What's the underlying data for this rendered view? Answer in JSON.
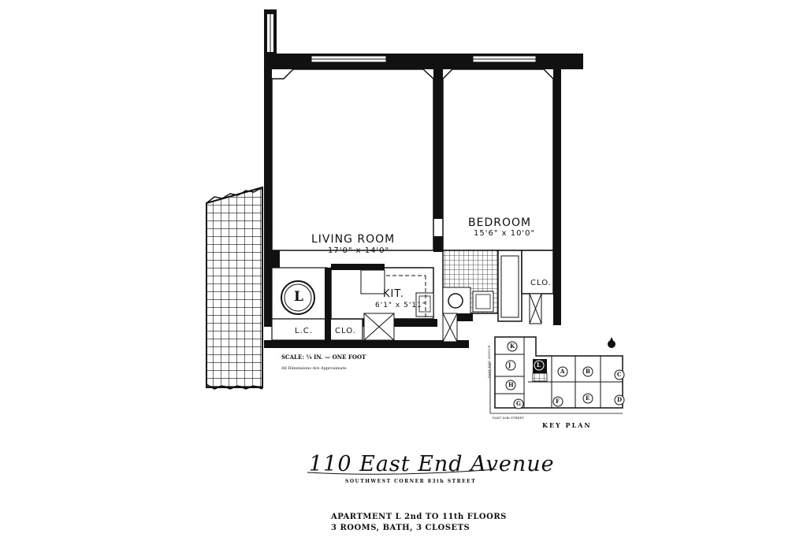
{
  "plan": {
    "rooms": {
      "living": {
        "name": "LIVING ROOM",
        "dims": "17'0\" x 14'0\""
      },
      "bedroom": {
        "name": "BEDROOM",
        "dims": "15'6\" x 10'0\""
      },
      "kitchen": {
        "name": "KIT.",
        "dims": "6'1\" x 5'11\""
      },
      "clo1": "CLO.",
      "clo2": "CLO.",
      "lc": "L.C.",
      "unit_marker": "L"
    },
    "scale": "SCALE: ¼ IN. — ONE FOOT",
    "dims_note": "All Dimensions Are Approximate"
  },
  "key_plan": {
    "label": "KEY PLAN",
    "units": [
      "K",
      "J",
      "H",
      "G",
      "L",
      "A",
      "B",
      "C",
      "D",
      "E",
      "F"
    ],
    "highlighted": "L",
    "street_side": "EAST END AVENUE",
    "street_bottom": "EAST 83th STREET"
  },
  "building": {
    "name": "110 East End Avenue",
    "location": "SOUTHWEST CORNER 83th STREET"
  },
  "apartment": {
    "line1": "APARTMENT L    2nd TO 11th FLOORS",
    "line2": "3 ROOMS, BATH, 3 CLOSETS"
  }
}
